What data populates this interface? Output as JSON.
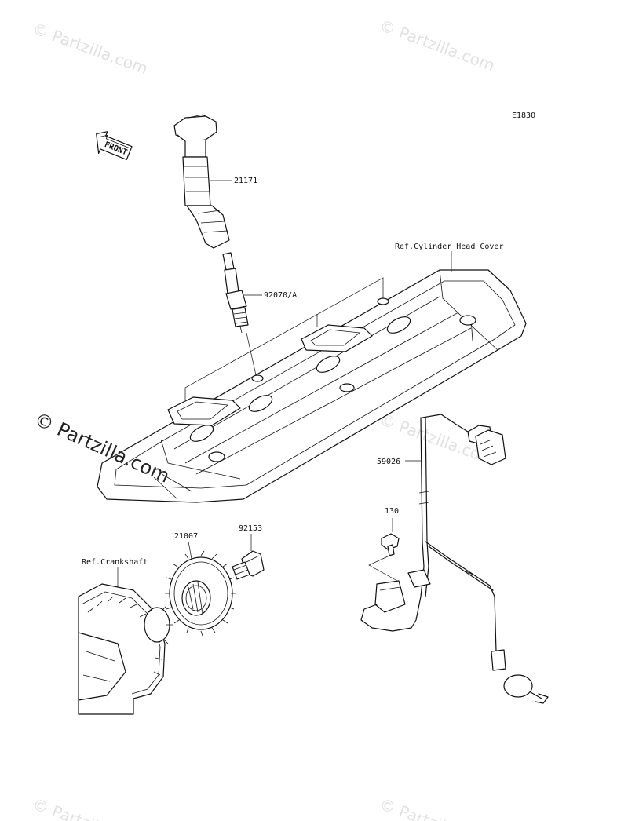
{
  "diagram": {
    "code": "E1830",
    "front_label": "FRONT",
    "labels": {
      "ignition_coil": "21171",
      "spark_plug": "92070/A",
      "cylinder_head_cover": "Ref.Cylinder Head Cover",
      "lead_wire": "59026",
      "bolt_small": "130",
      "rotor": "21007",
      "bolt_rotor": "92153",
      "crankshaft": "Ref.Crankshaft"
    }
  },
  "watermark": {
    "text": "© Partzilla.com",
    "color": "#c8c8c8",
    "main_color": "#222222"
  }
}
